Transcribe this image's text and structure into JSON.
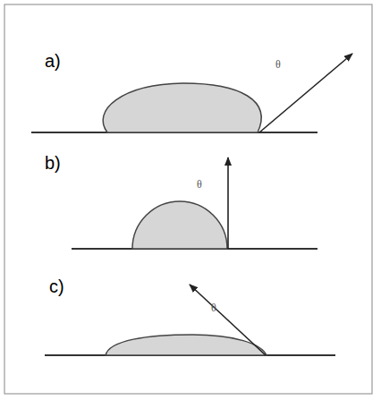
{
  "diagram": {
    "labels": [
      "a)",
      "θ",
      "b)",
      "θ",
      "c)",
      "θ"
    ]
  }
}
